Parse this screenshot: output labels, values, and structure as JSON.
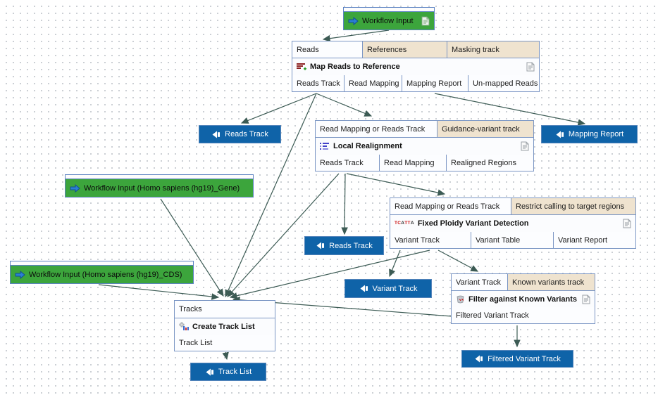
{
  "colors": {
    "node_border": "#7b96c4",
    "port_connected_bg": "#fcfdff",
    "port_unconnected_bg": "#efe3cf",
    "input_box_green": "#3ca53c",
    "output_box_blue": "#0f63a8",
    "edge": "#3c5b54",
    "grid_dot": "#c7cbd1"
  },
  "nodes": {
    "wf_top": {
      "label": "Workflow Input"
    },
    "wf_gene": {
      "label": "Workflow Input (Homo sapiens (hg19)_Gene)"
    },
    "wf_cds": {
      "label": "Workflow Input (Homo sapiens (hg19)_CDS)"
    },
    "map_reads": {
      "title": "Map Reads to Reference",
      "inputs": [
        "Reads",
        "References",
        "Masking track"
      ],
      "outputs": [
        "Reads Track",
        "Read Mapping",
        "Mapping Report",
        "Un-mapped Reads"
      ]
    },
    "local_realignment": {
      "title": "Local Realignment",
      "inputs": [
        "Read Mapping or Reads Track",
        "Guidance-variant track"
      ],
      "outputs": [
        "Reads Track",
        "Read Mapping",
        "Realigned Regions"
      ]
    },
    "fixed_ploidy": {
      "title": "Fixed Ploidy Variant Detection",
      "inputs": [
        "Read Mapping or Reads Track",
        "Restrict calling to target regions"
      ],
      "outputs": [
        "Variant Track",
        "Variant Table",
        "Variant Report"
      ]
    },
    "filter_known": {
      "title": "Filter against Known Variants",
      "inputs": [
        "Variant Track",
        "Known variants track"
      ],
      "outputs": [
        "Filtered Variant Track"
      ]
    },
    "create_track_list": {
      "title": "Create Track List",
      "inputs": [
        "Tracks"
      ],
      "outputs": [
        "Track List"
      ]
    }
  },
  "output_boxes": {
    "reads_track_1": "Reads Track",
    "mapping_report": "Mapping Report",
    "reads_track_2": "Reads Track",
    "variant_track": "Variant Track",
    "track_list": "Track List",
    "filtered_variant_track": "Filtered Variant Track"
  },
  "ploidy_icon": {
    "line1_red": "TC",
    "line1_black": "A",
    "line2_red": "TT",
    "line2_black": "A"
  },
  "edges": [
    [
      552,
      43,
      459,
      56
    ],
    [
      449,
      133,
      343,
      175
    ],
    [
      449,
      133,
      527,
      165
    ],
    [
      449,
      133,
      320,
      422
    ],
    [
      617,
      133,
      830,
      176
    ],
    [
      490,
      247,
      489,
      333
    ],
    [
      492,
      247,
      631,
      276
    ],
    [
      481,
      247,
      323,
      422
    ],
    [
      228,
      283,
      317,
      421
    ],
    [
      140,
      405,
      310,
      423
    ],
    [
      568,
      356,
      553,
      393
    ],
    [
      610,
      356,
      327,
      423
    ],
    [
      622,
      356,
      678,
      386
    ],
    [
      641,
      450,
      331,
      426
    ],
    [
      734,
      463,
      734,
      493
    ],
    [
      320,
      501,
      322,
      511
    ]
  ]
}
